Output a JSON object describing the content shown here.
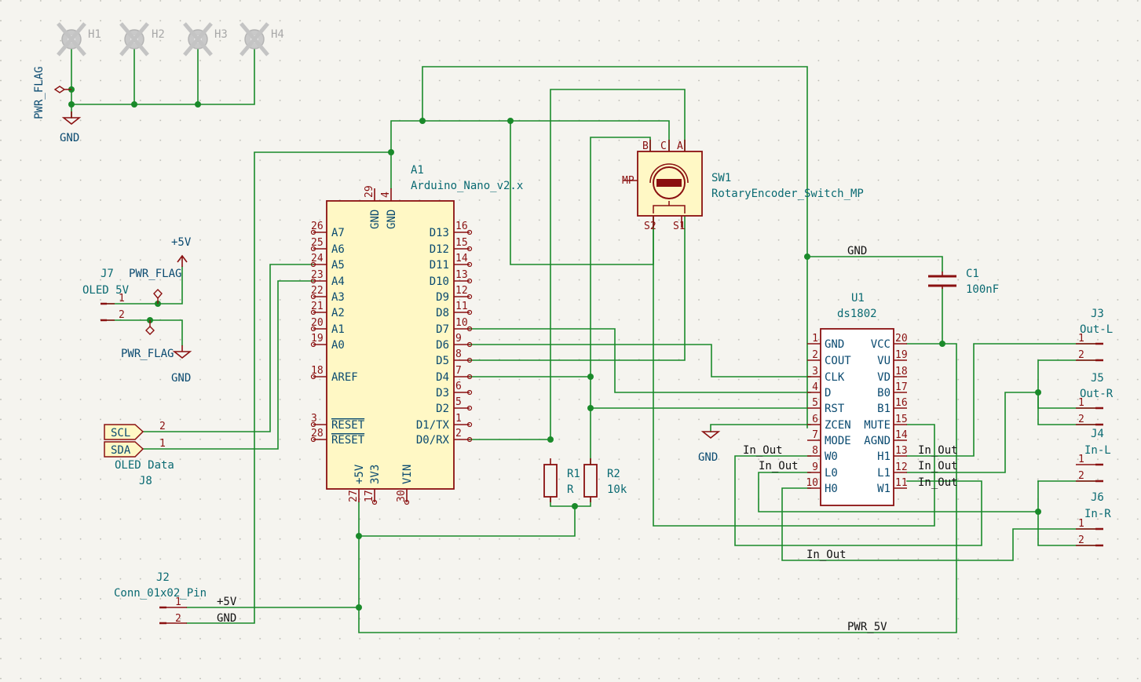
{
  "components": {
    "arduino": {
      "ref": "A1",
      "value": "Arduino_Nano_v2.x",
      "left_pins": [
        {
          "num": "26",
          "name": "A7"
        },
        {
          "num": "25",
          "name": "A6"
        },
        {
          "num": "24",
          "name": "A5"
        },
        {
          "num": "23",
          "name": "A4"
        },
        {
          "num": "22",
          "name": "A3"
        },
        {
          "num": "21",
          "name": "A2"
        },
        {
          "num": "20",
          "name": "A1"
        },
        {
          "num": "19",
          "name": "A0"
        },
        {
          "num": "18",
          "name": "AREF"
        },
        {
          "num": "3",
          "name": "RESET"
        },
        {
          "num": "28",
          "name": "RESET"
        }
      ],
      "right_pins": [
        {
          "num": "16",
          "name": "D13"
        },
        {
          "num": "15",
          "name": "D12"
        },
        {
          "num": "14",
          "name": "D11"
        },
        {
          "num": "13",
          "name": "D10"
        },
        {
          "num": "12",
          "name": "D9"
        },
        {
          "num": "11",
          "name": "D8"
        },
        {
          "num": "10",
          "name": "D7"
        },
        {
          "num": "9",
          "name": "D6"
        },
        {
          "num": "8",
          "name": "D5"
        },
        {
          "num": "7",
          "name": "D4"
        },
        {
          "num": "6",
          "name": "D3"
        },
        {
          "num": "5",
          "name": "D2"
        },
        {
          "num": "1",
          "name": "D1/TX"
        },
        {
          "num": "2",
          "name": "D0/RX"
        }
      ],
      "top_pins": [
        {
          "num": "29",
          "name": "GND"
        },
        {
          "num": "4",
          "name": "GND"
        }
      ],
      "bottom_pins": [
        {
          "num": "27",
          "name": "+5V"
        },
        {
          "num": "17",
          "name": "3V3"
        },
        {
          "num": "30",
          "name": "VIN"
        }
      ]
    },
    "encoder": {
      "ref": "SW1",
      "value": "RotaryEncoder_Switch_MP",
      "pins": [
        "B",
        "C",
        "A",
        "S2",
        "S1",
        "MP"
      ]
    },
    "ds1802": {
      "ref": "U1",
      "value": "ds1802",
      "left_pins": [
        {
          "num": "1",
          "name": "GND"
        },
        {
          "num": "2",
          "name": "COUT"
        },
        {
          "num": "3",
          "name": "CLK"
        },
        {
          "num": "4",
          "name": "D"
        },
        {
          "num": "5",
          "name": "RST"
        },
        {
          "num": "6",
          "name": "ZCEN"
        },
        {
          "num": "7",
          "name": "MODE"
        },
        {
          "num": "8",
          "name": "W0"
        },
        {
          "num": "9",
          "name": "L0"
        },
        {
          "num": "10",
          "name": "H0"
        }
      ],
      "right_pins": [
        {
          "num": "20",
          "name": "VCC"
        },
        {
          "num": "19",
          "name": "VU"
        },
        {
          "num": "18",
          "name": "VD"
        },
        {
          "num": "17",
          "name": "B0"
        },
        {
          "num": "16",
          "name": "B1"
        },
        {
          "num": "15",
          "name": "MUTE"
        },
        {
          "num": "14",
          "name": "AGND"
        },
        {
          "num": "13",
          "name": "H1"
        },
        {
          "num": "12",
          "name": "L1"
        },
        {
          "num": "11",
          "name": "W1"
        }
      ]
    },
    "c1": {
      "ref": "C1",
      "value": "100nF"
    },
    "r1": {
      "ref": "R1",
      "value": "R"
    },
    "r2": {
      "ref": "R2",
      "value": "10k"
    },
    "j7": {
      "ref": "J7",
      "value": "OLED 5V",
      "pins": [
        "1",
        "2"
      ]
    },
    "j8": {
      "ref": "J8",
      "value": "OLED Data",
      "labels": [
        "SCL",
        "SDA"
      ],
      "pins": [
        "2",
        "1"
      ]
    },
    "j2": {
      "ref": "J2",
      "value": "Conn_01x02_Pin",
      "pins": [
        "1",
        "2"
      ]
    },
    "j3": {
      "ref": "J3",
      "value": "Out-L",
      "pins": [
        "1",
        "2"
      ]
    },
    "j5": {
      "ref": "J5",
      "value": "Out-R",
      "pins": [
        "1",
        "2"
      ]
    },
    "j4": {
      "ref": "J4",
      "value": "In-L",
      "pins": [
        "1",
        "2"
      ]
    },
    "j6": {
      "ref": "J6",
      "value": "In-R",
      "pins": [
        "1",
        "2"
      ]
    },
    "holes": [
      "H1",
      "H2",
      "H3",
      "H4"
    ]
  },
  "power": {
    "gnd": "GND",
    "plus5v": "+5V",
    "pwr_flag": "PWR_FLAG"
  },
  "nets": {
    "gnd": "GND",
    "plus5v": "+5V",
    "pwr5v": "PWR_5V",
    "in_out": "In_Out"
  },
  "colors": {
    "wire": "#1a8a2a",
    "symbol_outline": "#8a1010",
    "symbol_fill": "#fff8c5",
    "pin_name": "#0a4a70",
    "reference": "#0a6a72",
    "background": "#f5f4ef"
  }
}
